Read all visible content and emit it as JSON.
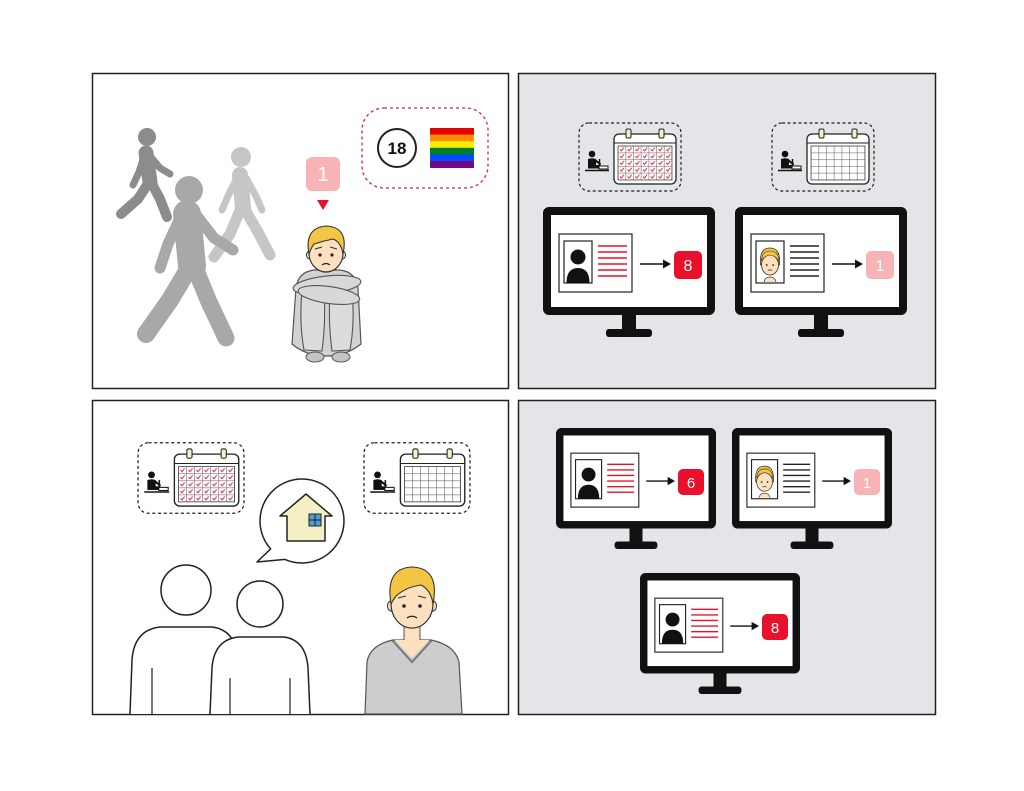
{
  "panel_1": {
    "alert_badge": {
      "value": "1",
      "color": "#f7b3b6"
    },
    "age_badge": "18",
    "icons": [
      "walking-person-icon",
      "sad-boy-icon",
      "age-badge-icon",
      "rainbow-flag-icon"
    ]
  },
  "panel_2": {
    "background": "#e4e5e9",
    "calendars": [
      "calendar-checked-icon",
      "calendar-empty-icon"
    ],
    "monitors": [
      {
        "profile_icon": "person-silhouette-icon",
        "badge": "8",
        "badge_color": "#e8102a"
      },
      {
        "profile_icon": "face-photo-icon",
        "badge": "1",
        "badge_color": "#f7b3b6"
      }
    ]
  },
  "panel_3": {
    "calendars": [
      "calendar-checked-icon",
      "calendar-empty-icon"
    ],
    "speech_bubble_icon": "house-icon"
  },
  "panel_4": {
    "background": "#e4e5e9",
    "monitors": [
      {
        "profile_icon": "person-silhouette-icon",
        "badge": "6",
        "badge_color": "#e8102a"
      },
      {
        "profile_icon": "face-photo-icon",
        "badge": "1",
        "badge_color": "#f7b3b6"
      },
      {
        "profile_icon": "person-silhouette-icon",
        "badge": "8",
        "badge_color": "#e8102a"
      }
    ]
  },
  "colors": {
    "alert_red": "#e8102a",
    "muted_pink": "#f7b3b6",
    "panel_gray": "#e4e5e9",
    "hair_blonde": "#f4c542",
    "skin": "#fde0c0"
  }
}
